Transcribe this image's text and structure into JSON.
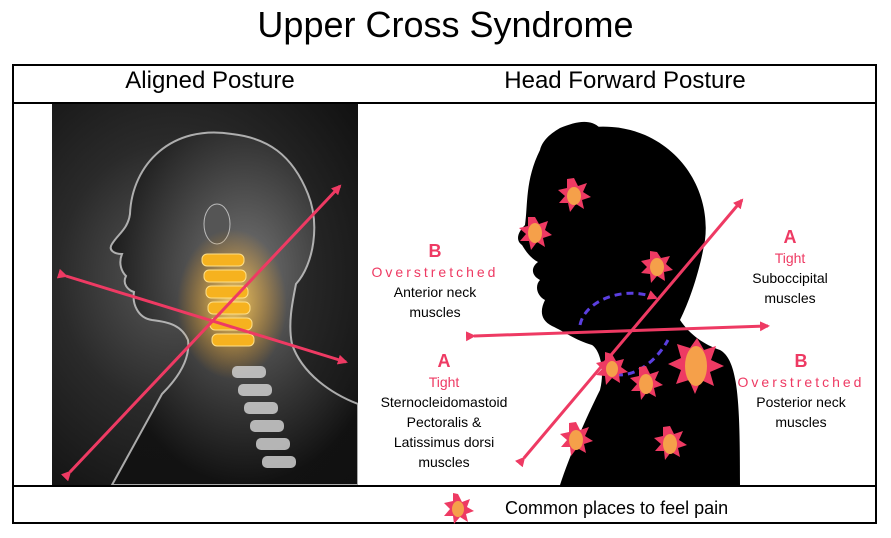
{
  "title": "Upper Cross Syndrome",
  "headers": {
    "left": "Aligned Posture",
    "right": "Head Forward Posture"
  },
  "labels": {
    "b_upper": {
      "letter": "B",
      "status": "Overstretched",
      "desc1": "Anterior neck",
      "desc2": "muscles"
    },
    "a_upper": {
      "letter": "A",
      "status": "Tight",
      "desc1": "Suboccipital",
      "desc2": "muscles"
    },
    "a_lower": {
      "letter": "A",
      "status": "Tight",
      "desc1": "Sternocleidomastoid",
      "desc2": "Pectoralis &",
      "desc3": "Latissimus dorsi",
      "desc4": "muscles"
    },
    "b_lower": {
      "letter": "B",
      "status": "Overstretched",
      "desc1": "Posterior neck",
      "desc2": "muscles"
    }
  },
  "legend": {
    "text": "Common places to feel pain"
  },
  "colors": {
    "accent": "#ee3a63",
    "pain_fill": "#f5a04a",
    "silhouette": "#000000"
  }
}
